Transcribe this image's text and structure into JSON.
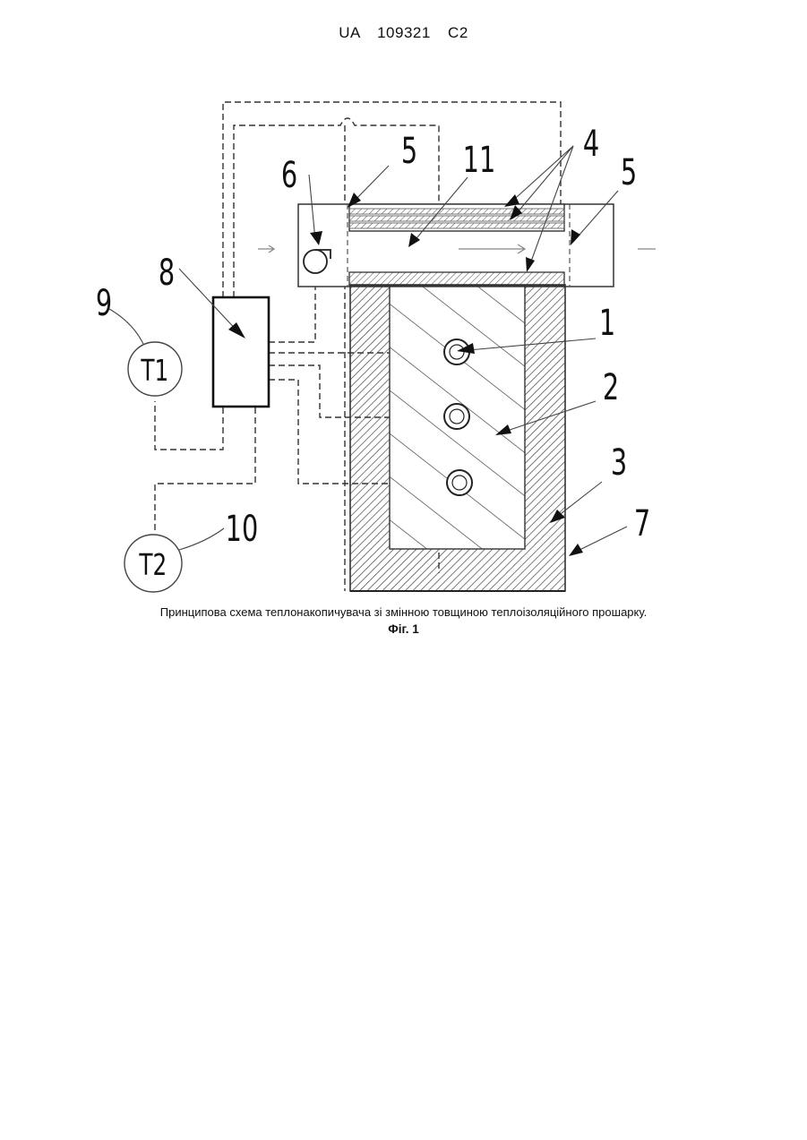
{
  "header": {
    "doc_id": "UA   109321   C2"
  },
  "diagram": {
    "labels": {
      "l1": "1",
      "l2": "2",
      "l3": "3",
      "l4": "4",
      "l5a": "5",
      "l5b": "5",
      "l6": "6",
      "l7": "7",
      "l8": "8",
      "l9": "9",
      "l10": "10",
      "l11": "11"
    },
    "sensors": {
      "t1": "T1",
      "t2": "T2"
    }
  },
  "caption": "Принципова схема теплонакопичувача зі змінною товщиною теплоізоляційного прошарку.",
  "figure_label": "Фіг. 1"
}
